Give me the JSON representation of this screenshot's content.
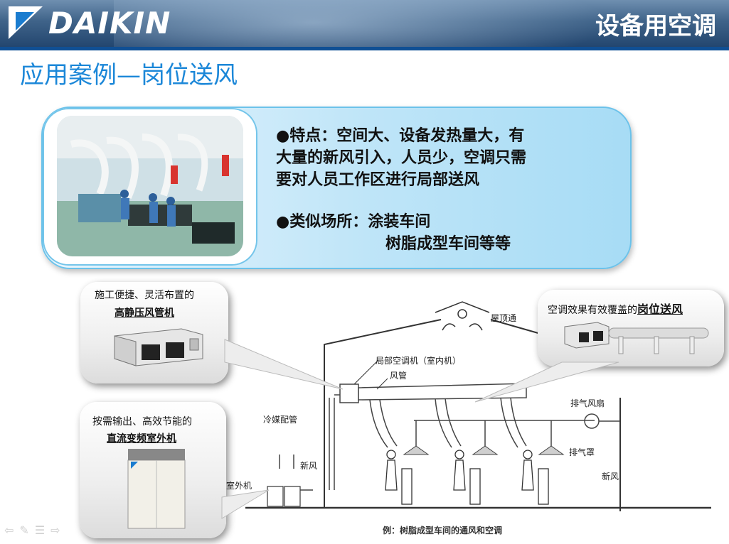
{
  "header": {
    "logo": "DAIKIN",
    "title": "设备用空调"
  },
  "page_title": "应用案例—岗位送风",
  "features": {
    "bullet1": [
      "●特点：空间大、设备发热量大，有",
      " 大量的新风引入，人员少，空调只需",
      " 要对人员工作区进行局部送风"
    ],
    "bullet2": [
      "●类似场所：涂装车间",
      "树脂成型车间等等"
    ]
  },
  "callouts": {
    "duct": {
      "line1": "施工便捷、灵活布置的",
      "line2": "高静压风管机"
    },
    "outdoor": {
      "line1": "按需输出、高效节能的",
      "line2": "直流变频室外机"
    },
    "effect": {
      "prefix": "空调效果有效覆盖的",
      "highlight": "岗位送风"
    }
  },
  "diagram": {
    "roof_vent": "屋顶通",
    "local_unit": "局部空调机（室内机）",
    "duct": "风管",
    "exhaust_fan": "排气风扇",
    "refrigerant_pipe": "冷媒配管",
    "fresh_air_left": "新风",
    "outdoor_unit": "室外机",
    "exhaust_hood": "排气罩",
    "fresh_air_right": "新风",
    "caption": "例：树脂成型车间的通风和空调"
  }
}
